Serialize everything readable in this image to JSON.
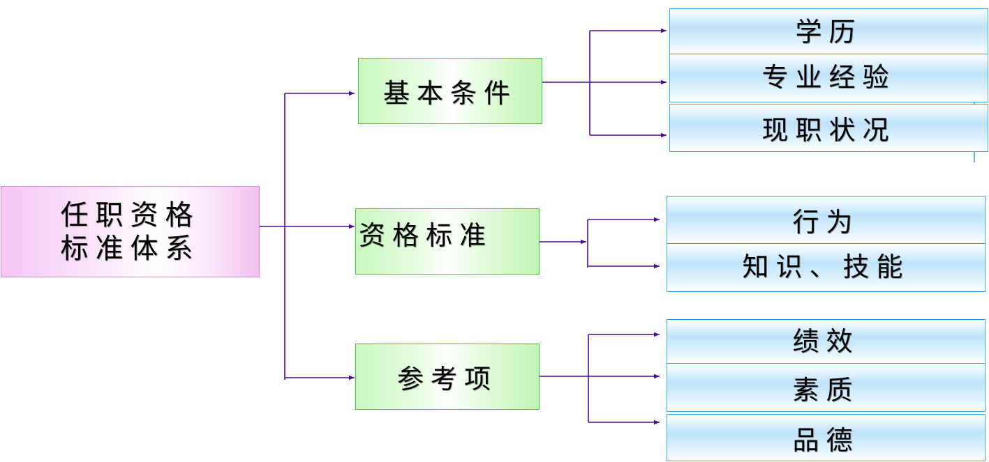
{
  "root": {
    "line1": "任职资格",
    "line2": "标准体系"
  },
  "categories": [
    {
      "label": "基本条件",
      "items": [
        "学历",
        "专业经验",
        "现职状况"
      ]
    },
    {
      "label": "资格标准",
      "items": [
        "行为",
        "知识、技能"
      ]
    },
    {
      "label": "参考项",
      "items": [
        "绩效",
        "素质",
        "品德"
      ]
    }
  ],
  "colors": {
    "connector": "#4b0a9c",
    "root_border": "#e58ae3",
    "category_border": "#3cc93c",
    "item_border": "#3ea7e6"
  }
}
